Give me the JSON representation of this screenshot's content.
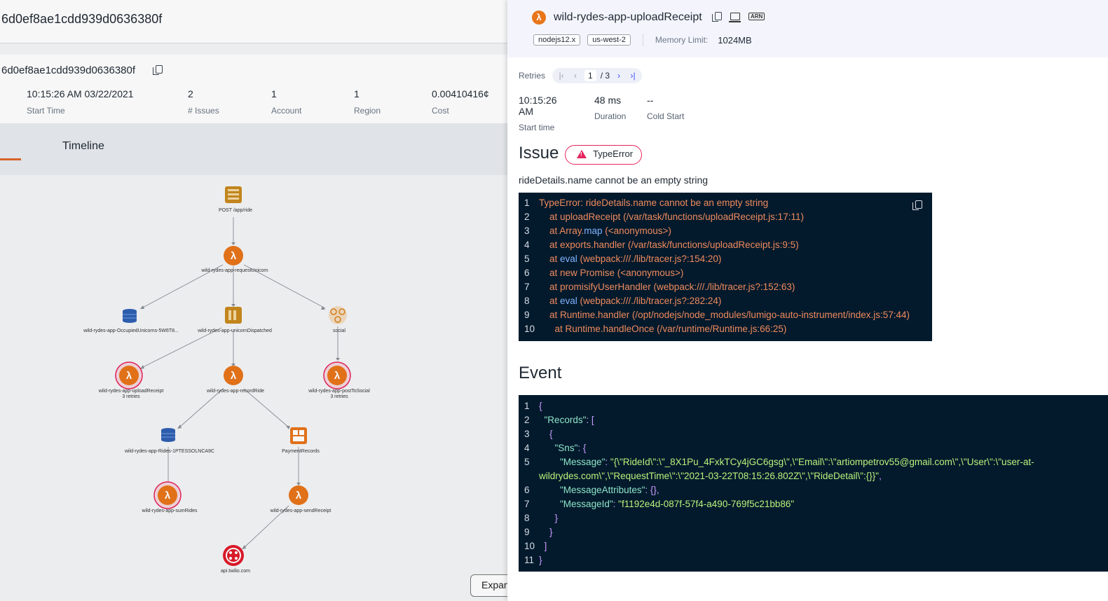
{
  "background": {
    "header_title": "6d0ef8ae1cdd939d0636380f",
    "trace_id": "6d0ef8ae1cdd939d0636380f",
    "stats": [
      {
        "value": "10:15:26 AM 03/22/2021",
        "label": "Start Time"
      },
      {
        "value": "2",
        "label": "# Issues"
      },
      {
        "value": "1",
        "label": "Account"
      },
      {
        "value": "1",
        "label": "Region"
      },
      {
        "value": "0.00410416¢",
        "label": "Cost"
      }
    ],
    "tab_label": "Timeline",
    "expand_label": "Expan",
    "graph_nodes": {
      "post": "POST /app/ride",
      "request": "wild-rydes-app-requestUnicorn",
      "occupied": "wild-rydes-app-OccupiedUnicorns-5W6T8...",
      "dispatched": "wild-rydes-app-unicornDispatched",
      "social": "social",
      "upload": "wild-rydes-app-uploadReceipt",
      "upload_retries": "3 retries",
      "record": "wild-rydes-app-recordRide",
      "post_social": "wild-rydes-app-postToSocial",
      "post_social_retries": "3 retries",
      "rides": "wild-rydes-app-Rides-1PTESSOLNCA9C",
      "payment": "PaymentRecords",
      "sum": "wild-rydes-app-sumRides",
      "send": "wild-rydes-app-sendReceipt",
      "twilio": "api.twilio.com"
    }
  },
  "drawer": {
    "function_name": "wild-rydes-app-uploadReceipt",
    "runtime_tag": "nodejs12.x",
    "region_tag": "us-west-2",
    "memory_label": "Memory Limit:",
    "memory_value": "1024MB",
    "arn_label": "ARN",
    "retries_label": "Retries",
    "retry_current": "1",
    "retry_total": "/ 3",
    "metrics": [
      {
        "value": "10:15:26 AM",
        "label": "Start time"
      },
      {
        "value": "48 ms",
        "label": "Duration"
      },
      {
        "value": "--",
        "label": "Cold Start"
      }
    ],
    "issue_heading": "Issue",
    "error_type": "TypeError",
    "error_message": "rideDetails.name cannot be an empty string",
    "event_heading": "Event"
  },
  "colors": {
    "accent_orange": "#e8751a",
    "error_pink": "#e5245c",
    "code_bg": "#031a2c"
  }
}
